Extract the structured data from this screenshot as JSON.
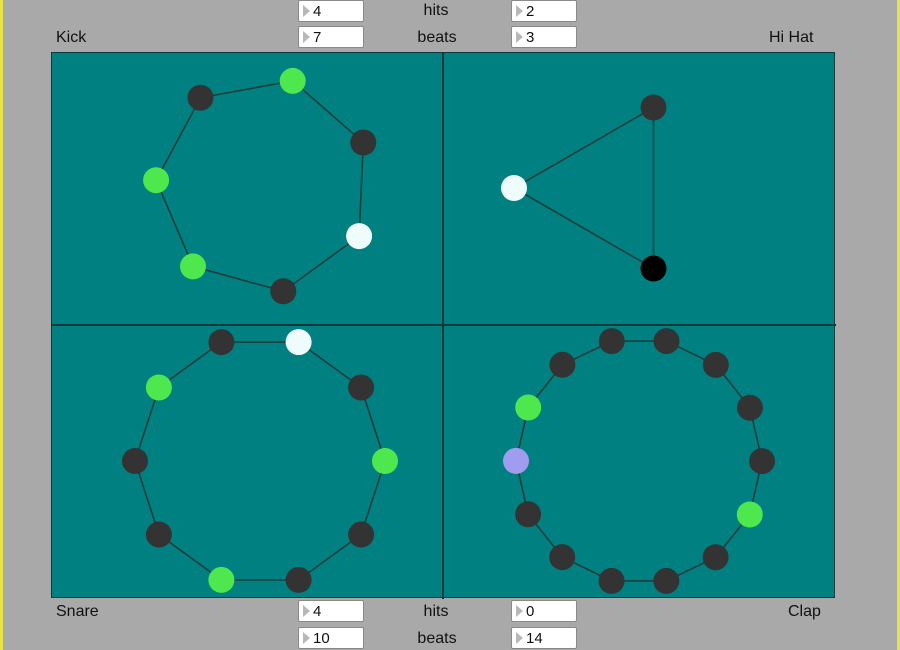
{
  "colors": {
    "background": "#a9a9a9",
    "canvas": "#008080",
    "divider": "#0d3a3a",
    "ring_line": "#1f3d3d",
    "beat": "#333333",
    "hit": "#4ee84e",
    "playhead": "#eefcfc",
    "active_black": "#000000",
    "clap_marker": "#a09cf0"
  },
  "top_controls": {
    "left_hits": "4",
    "right_hits": "2",
    "hits_label": "hits",
    "left_beats": "7",
    "right_beats": "3",
    "beats_label": "beats"
  },
  "bottom_controls": {
    "left_hits": "4",
    "right_hits": "0",
    "hits_label": "hits",
    "left_beats": "10",
    "right_beats": "14",
    "beats_label": "beats"
  },
  "instruments": {
    "kick": "Kick",
    "hihat": "Hi Hat",
    "snare": "Snare",
    "clap": "Clap"
  },
  "rings": [
    {
      "name": "kick",
      "beats": 7,
      "start_angle_deg": -74.6,
      "states": [
        "hit",
        "beat",
        "playhead",
        "beat",
        "hit",
        "hit",
        "beat"
      ]
    },
    {
      "name": "hihat",
      "beats": 3,
      "start_angle_deg": -60.0,
      "states": [
        "beat",
        "black",
        "playhead"
      ]
    },
    {
      "name": "snare",
      "beats": 10,
      "start_angle_deg": -72.0,
      "states": [
        "playhead",
        "beat",
        "hit",
        "beat",
        "beat",
        "hit",
        "beat",
        "beat",
        "hit",
        "beat"
      ]
    },
    {
      "name": "clap",
      "beats": 14,
      "start_angle_deg": -77.1,
      "states": [
        "beat",
        "beat",
        "beat",
        "beat",
        "hit",
        "beat",
        "beat",
        "beat",
        "beat",
        "beat",
        "clap",
        "hit",
        "beat",
        "beat"
      ]
    }
  ]
}
